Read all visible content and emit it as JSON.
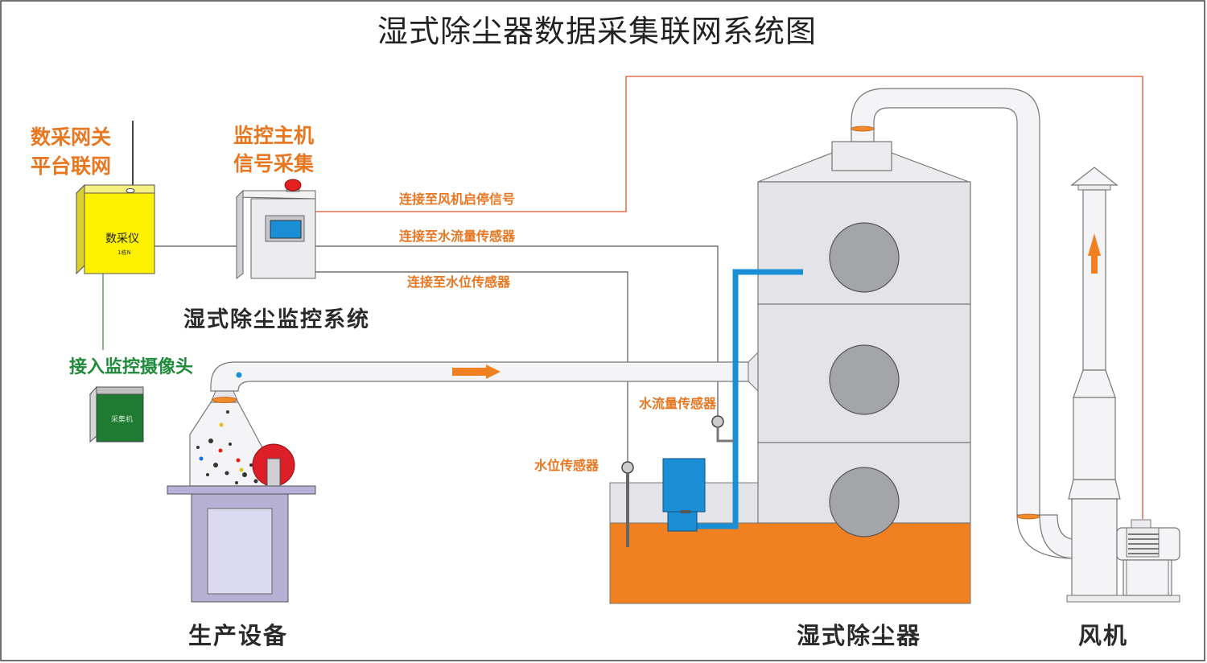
{
  "title": "湿式除尘器数据采集联网系统图",
  "gateway": {
    "line1": "数采网关",
    "line2": "平台联网",
    "device_name": "数采仪",
    "device_sub": "1栋N"
  },
  "host": {
    "line1": "监控主机",
    "line2": "信号采集"
  },
  "system_label": "湿式除尘监控系统",
  "camera": {
    "label": "接入监控摄像头",
    "device_text": "采集机"
  },
  "connections": {
    "fan_signal": "连接至风机启停信号",
    "flow_sensor": "连接至水流量传感器",
    "level_sensor": "连接至水位传感器"
  },
  "sensors": {
    "flow": "水流量传感器",
    "level": "水位传感器"
  },
  "equipment": {
    "production": "生产设备",
    "scrubber": "湿式除尘器",
    "fan": "风机"
  },
  "colors": {
    "orange": "#e87722",
    "yellow": "#ffef00",
    "green": "#1f7a32",
    "water": "#f08020",
    "pipe_blue": "#1a8fd6",
    "tower": "#e4e4e8",
    "machine": "#b6b0d4"
  }
}
